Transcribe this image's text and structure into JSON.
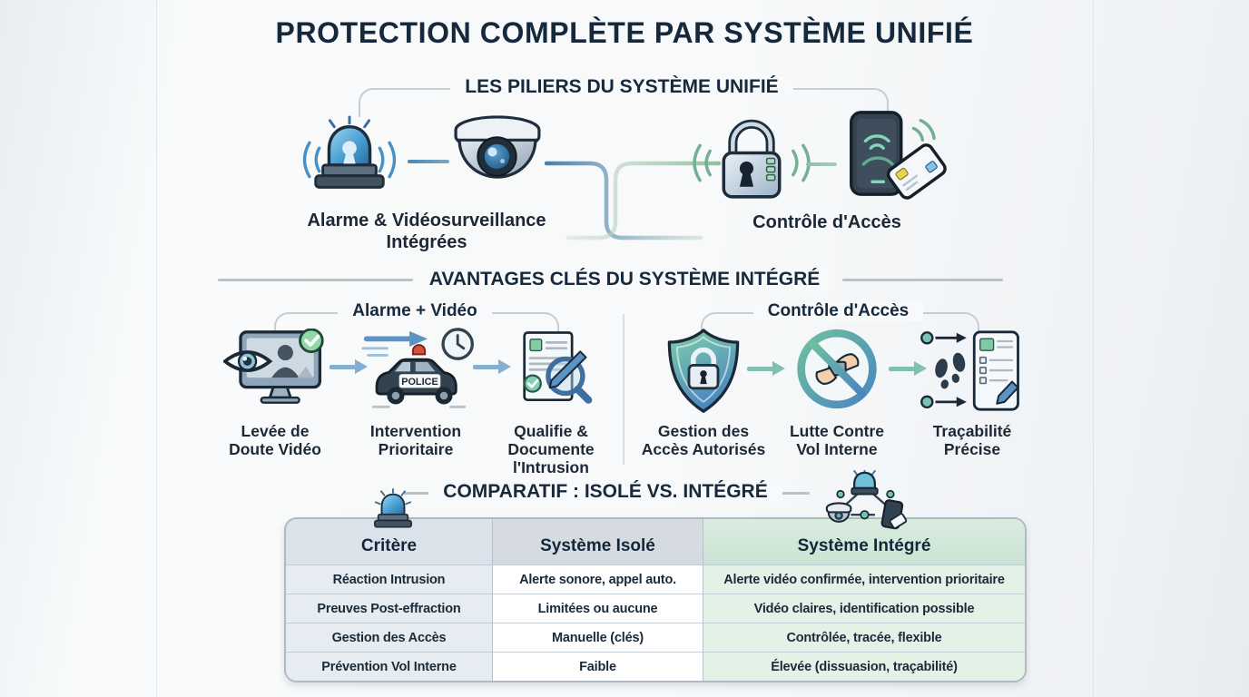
{
  "title": "PROTECTION COMPLÈTE PAR SYSTÈME UNIFIÉ",
  "pillars": {
    "header": "LES PILIERS DU SYSTÈME UNIFIÉ",
    "left": {
      "icons": [
        "alarm-siren-icon",
        "dome-camera-icon"
      ],
      "label": "Alarme & Vidéosurveillance\nIntégrées"
    },
    "right": {
      "icons": [
        "padlock-icon",
        "phone-nfc-card-icon"
      ],
      "label": "Contrôle d'Accès"
    }
  },
  "advantages": {
    "header": "AVANTAGES CLÉS DU SYSTÈME INTÉGRÉ",
    "groups": [
      {
        "header": "Alarme + Vidéo",
        "items": [
          {
            "icon": "video-verification-monitor-icon",
            "label": "Levée de\nDoute Vidéo"
          },
          {
            "icon": "police-car-clock-icon",
            "label": "Intervention\nPrioritaire",
            "badge": "POLICE"
          },
          {
            "icon": "intrusion-report-magnifier-icon",
            "label": "Qualifie &\nDocumente\nl'Intrusion"
          }
        ]
      },
      {
        "header": "Contrôle d'Accès",
        "items": [
          {
            "icon": "shield-lock-icon",
            "label": "Gestion des\nAccès Autorisés"
          },
          {
            "icon": "no-theft-icon",
            "label": "Lutte Contre\nVol Interne"
          },
          {
            "icon": "traceability-footprints-icon",
            "label": "Traçabilité\nPrécise"
          }
        ]
      }
    ]
  },
  "comparison": {
    "header": "COMPARATIF : ISOLÉ VS. INTÉGRÉ",
    "left_icon": "alarm-siren-small-icon",
    "right_icon": "integrated-network-icon",
    "columns": [
      "Critère",
      "Système Isolé",
      "Système Intégré"
    ],
    "rows": [
      {
        "criterion": "Réaction Intrusion",
        "isolated": "Alerte sonore, appel auto.",
        "integrated": "Alerte vidéo confirmée, intervention prioritaire"
      },
      {
        "criterion": "Preuves Post-effraction",
        "isolated": "Limitées ou aucune",
        "integrated": "Vidéo claires, identification possible"
      },
      {
        "criterion": "Gestion des Accès",
        "isolated": "Manuelle (clés)",
        "integrated": "Contrôlée, tracée, flexible"
      },
      {
        "criterion": "Prévention Vol Interne",
        "isolated": "Faible",
        "integrated": "Élevée (dissuasion, traçabilité)"
      }
    ]
  },
  "colors": {
    "text_dark": "#15283c",
    "accent_blue": "#4a8fc0",
    "accent_green": "#7fc29b",
    "table_green": "#e4f1e7",
    "table_gray": "#e7ecf2",
    "line_gray": "#c6cdd5"
  }
}
